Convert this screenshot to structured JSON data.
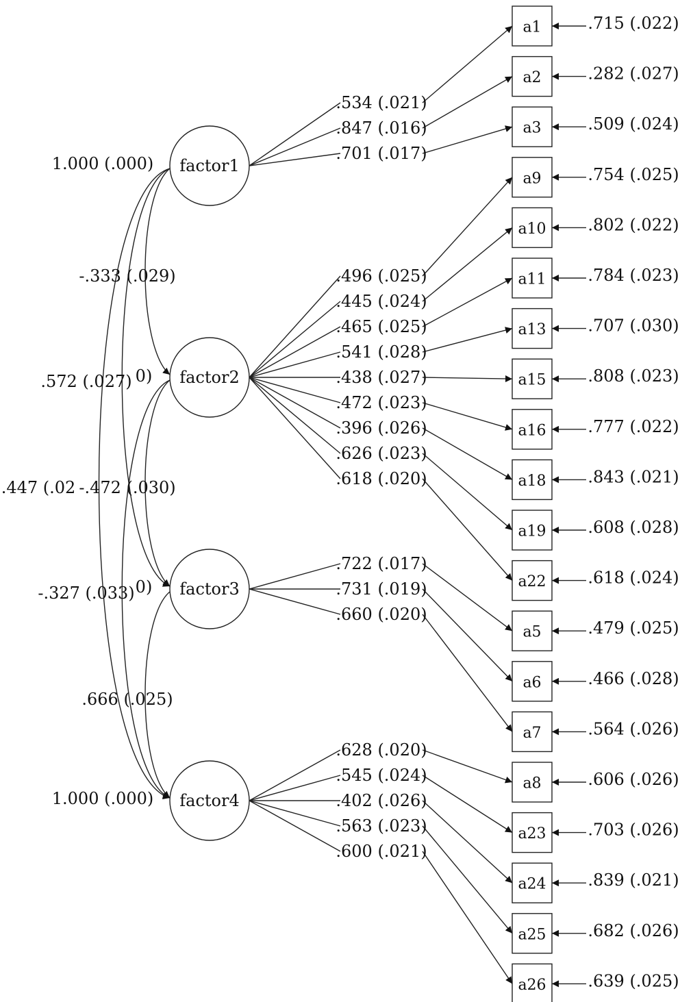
{
  "factors": [
    {
      "id": "factor1",
      "label": "factor1"
    },
    {
      "id": "factor2",
      "label": "factor2"
    },
    {
      "id": "factor3",
      "label": "factor3"
    },
    {
      "id": "factor4",
      "label": "factor4"
    }
  ],
  "factor_variances": [
    {
      "factor": "factor1",
      "label": "1.000 (.000)"
    },
    {
      "factor": "factor4",
      "label": "1.000 (.000)"
    }
  ],
  "correlations": [
    {
      "from": "factor1",
      "to": "factor2",
      "label": "-.333 (.029)"
    },
    {
      "from": "factor1",
      "to": "factor3",
      "label": ".572 (.027)"
    },
    {
      "from": "factor1",
      "to": "factor4",
      "label": ".447 (.02"
    },
    {
      "from": "factor2",
      "to": "factor3",
      "label": "-.472 (.030)"
    },
    {
      "from": "factor2",
      "to": "factor4",
      "label": "-.327 (.033)"
    },
    {
      "from": "factor3",
      "to": "factor4",
      "label": ".666 (.025)"
    }
  ],
  "clipped_labels": [
    {
      "near": "factor2",
      "label": "0)"
    },
    {
      "near": "factor3",
      "label": "0)"
    }
  ],
  "indicators": [
    {
      "id": "a1",
      "factor": "factor1",
      "loading": ".534 (.021)",
      "residual": ".715 (.022)"
    },
    {
      "id": "a2",
      "factor": "factor1",
      "loading": ".847 (.016)",
      "residual": ".282 (.027)"
    },
    {
      "id": "a3",
      "factor": "factor1",
      "loading": ".701 (.017)",
      "residual": ".509 (.024)"
    },
    {
      "id": "a9",
      "factor": "factor2",
      "loading": ".496 (.025)",
      "residual": ".754 (.025)"
    },
    {
      "id": "a10",
      "factor": "factor2",
      "loading": ".445 (.024)",
      "residual": ".802 (.022)"
    },
    {
      "id": "a11",
      "factor": "factor2",
      "loading": ".465 (.025)",
      "residual": ".784 (.023)"
    },
    {
      "id": "a13",
      "factor": "factor2",
      "loading": ".541 (.028)",
      "residual": ".707 (.030)"
    },
    {
      "id": "a15",
      "factor": "factor2",
      "loading": ".438 (.027)",
      "residual": ".808 (.023)"
    },
    {
      "id": "a16",
      "factor": "factor2",
      "loading": ".472 (.023)",
      "residual": ".777 (.022)"
    },
    {
      "id": "a18",
      "factor": "factor2",
      "loading": ".396 (.026)",
      "residual": ".843 (.021)"
    },
    {
      "id": "a19",
      "factor": "factor2",
      "loading": ".626 (.023)",
      "residual": ".608 (.028)"
    },
    {
      "id": "a22",
      "factor": "factor2",
      "loading": ".618 (.020)",
      "residual": ".618 (.024)"
    },
    {
      "id": "a5",
      "factor": "factor3",
      "loading": ".722 (.017)",
      "residual": ".479 (.025)"
    },
    {
      "id": "a6",
      "factor": "factor3",
      "loading": ".731 (.019)",
      "residual": ".466 (.028)"
    },
    {
      "id": "a7",
      "factor": "factor3",
      "loading": ".660 (.020)",
      "residual": ".564 (.026)"
    },
    {
      "id": "a8",
      "factor": "factor4",
      "loading": ".628 (.020)",
      "residual": ".606 (.026)"
    },
    {
      "id": "a23",
      "factor": "factor4",
      "loading": ".545 (.024)",
      "residual": ".703 (.026)"
    },
    {
      "id": "a24",
      "factor": "factor4",
      "loading": ".402 (.026)",
      "residual": ".839 (.021)"
    },
    {
      "id": "a25",
      "factor": "factor4",
      "loading": ".563 (.023)",
      "residual": ".682 (.026)"
    },
    {
      "id": "a26",
      "factor": "factor4",
      "loading": ".600 (.021)",
      "residual": ".639 (.025)"
    }
  ]
}
